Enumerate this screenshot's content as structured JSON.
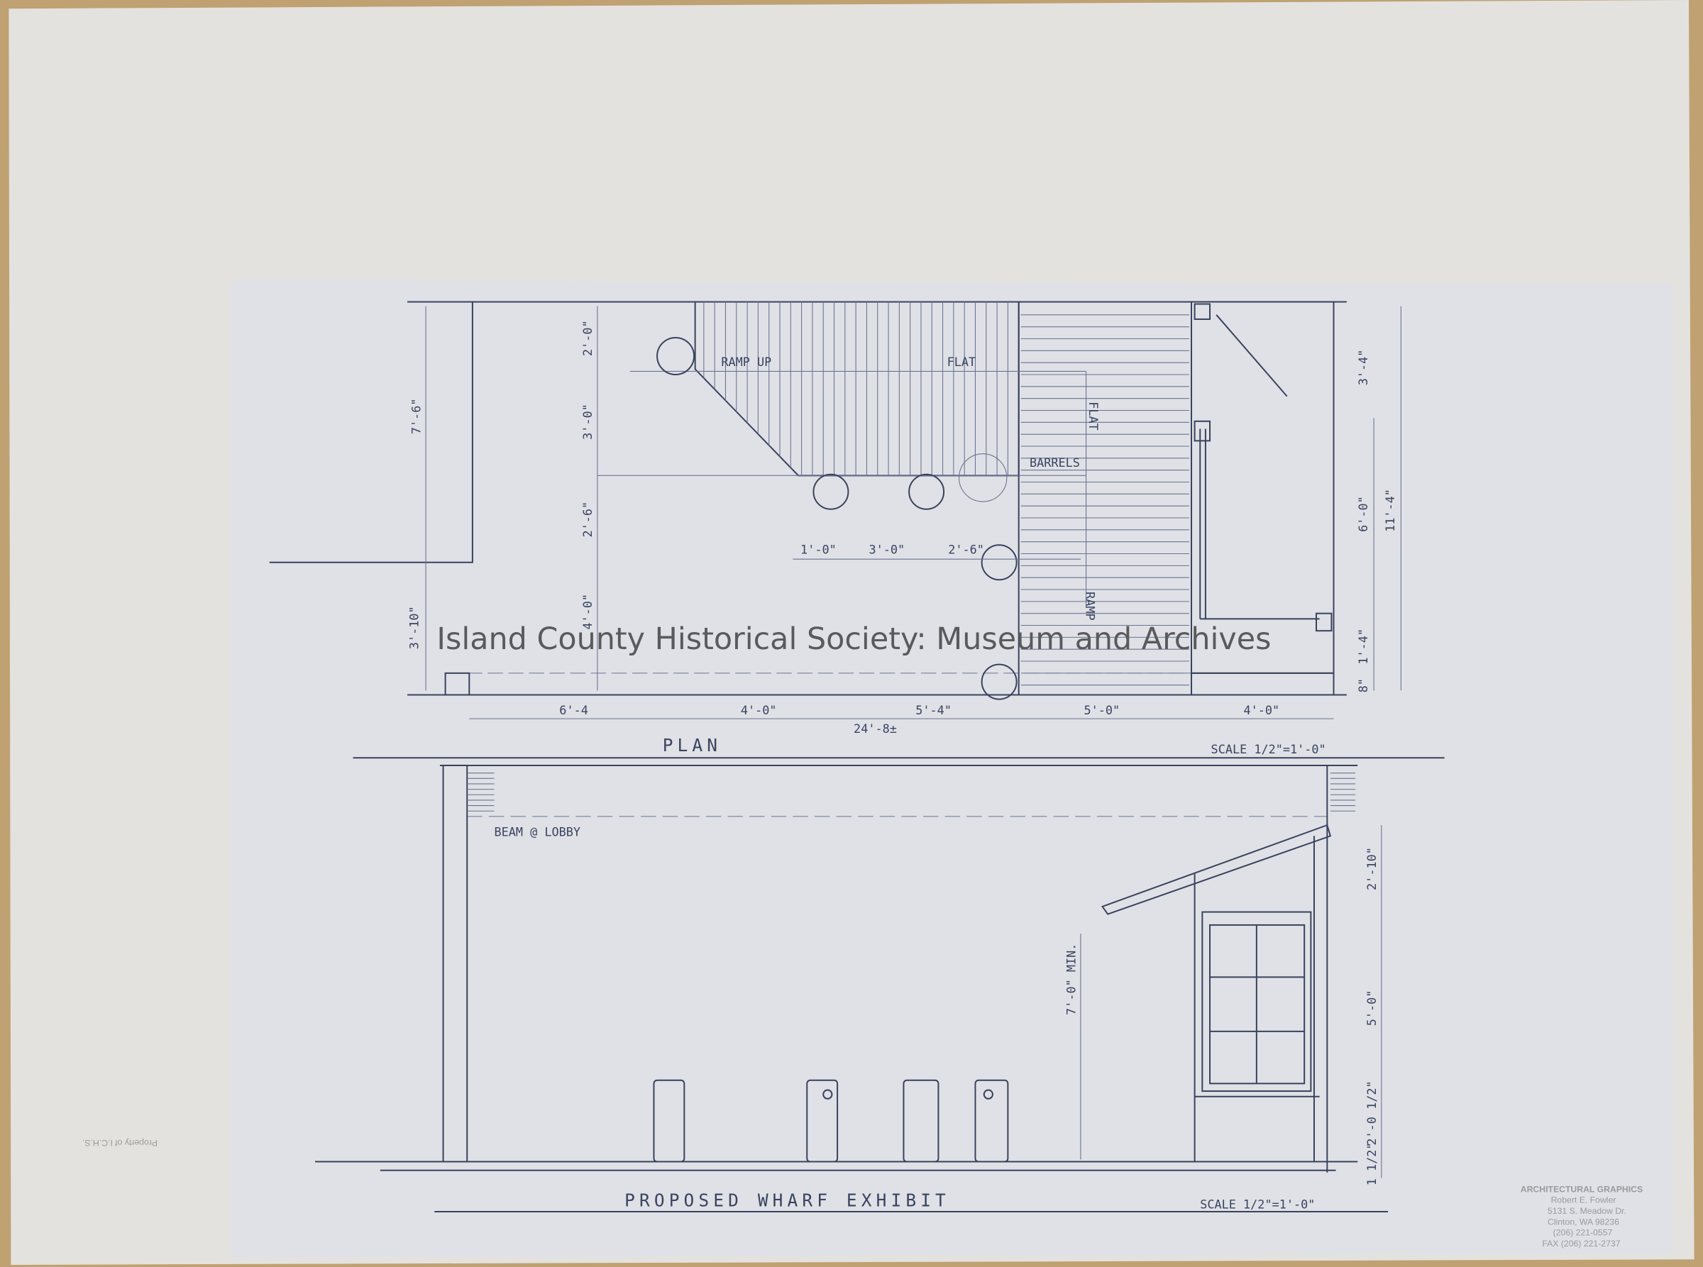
{
  "watermark": "Island County Historical Society: Museum and Archives",
  "plan": {
    "title": "PLAN",
    "scale": "SCALE 1/2\"=1'-0\"",
    "labels": {
      "ramp_up": "RAMP UP",
      "flat_top": "FLAT",
      "flat_side": "FLAT",
      "barrels": "BARRELS",
      "ramp": "RAMP"
    },
    "dims": {
      "left_upper": "7'-6\"",
      "left_lower": "3'-10\"",
      "inner_a": "2'-0\"",
      "inner_b": "3'-0\"",
      "inner_c": "2'-6\"",
      "inner_d": "4'-0\"",
      "mid_a": "1'-0\"",
      "mid_b": "3'-0\"",
      "mid_c": "2'-6\"",
      "right_a": "3'-4\"",
      "right_b": "6'-0\"",
      "right_c": "1'-4\"",
      "right_d": "8\"",
      "right_total": "11'-4\"",
      "bottom": [
        "6'-4",
        "4'-0\"",
        "5'-4\"",
        "5'-0\"",
        "4'-0\""
      ],
      "bottom_total": "24'-8±"
    }
  },
  "elevation": {
    "title": "PROPOSED WHARF EXHIBIT",
    "scale": "SCALE 1/2\"=1'-0\"",
    "beam_label": "BEAM @ LOBBY",
    "height_label": "7'-0\" MIN.",
    "dims": {
      "a": "2'-10\"",
      "b": "5'-0\"",
      "c": "2'-0 1/2\"",
      "d": "1 1/2\""
    }
  },
  "stamp_left": "Property of I.C.H.S.",
  "stamp_right": [
    "ARCHITECTURAL GRAPHICS",
    "Robert E. Fowler",
    "5131 S. Meadow Dr.",
    "Clinton, WA 98236",
    "(206) 221-0557",
    "FAX (206) 221-2737"
  ]
}
